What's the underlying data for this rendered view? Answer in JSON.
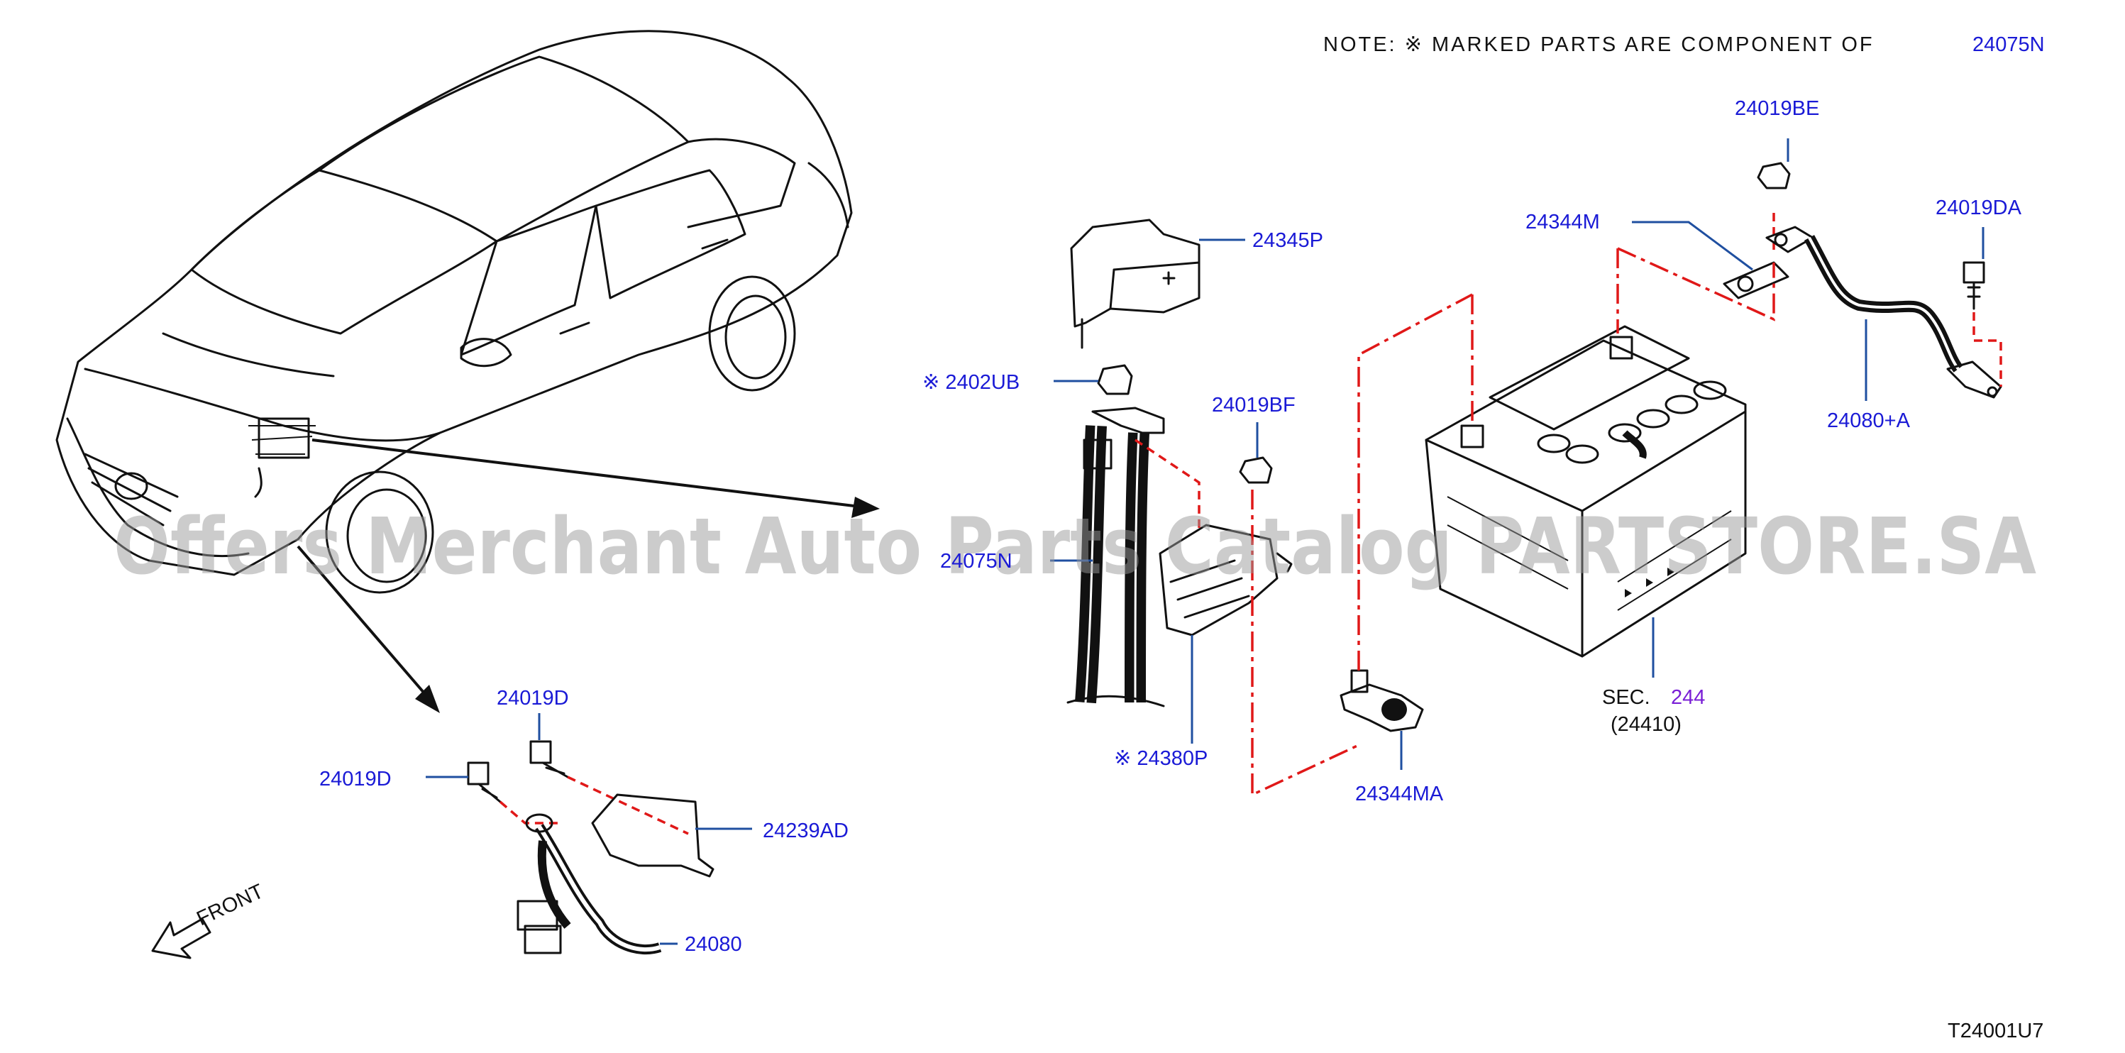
{
  "note": {
    "text": "NOTE:  ※ MARKED PARTS ARE COMPONENT OF",
    "ref": "24075N"
  },
  "diagram_code": "T24001U7",
  "watermark": "Offers Merchant Auto Parts Catalog PARTSTORE.SA",
  "front_label": "FRONT",
  "sec_ref": {
    "prefix": "SEC.",
    "code": "244",
    "sub": "(24410)"
  },
  "callouts": {
    "c24019BE": "24019BE",
    "c24344M": "24344M",
    "c24019DA": "24019DA",
    "c24345P": "24345P",
    "c2402UB": "※ 2402UB",
    "c24019BF": "24019BF",
    "c24080A": "24080+A",
    "c24075N_side": "24075N",
    "c24380P": "※ 24380P",
    "c24344MA": "24344MA",
    "c24019D_top": "24019D",
    "c24019D_left": "24019D",
    "c24239AD": "24239AD",
    "c24080": "24080"
  },
  "colors": {
    "callout": "#1a1ad6",
    "phantom_line": "#e01818",
    "leader": "#1f4fa0",
    "sec_code": "#7a1fd6"
  }
}
